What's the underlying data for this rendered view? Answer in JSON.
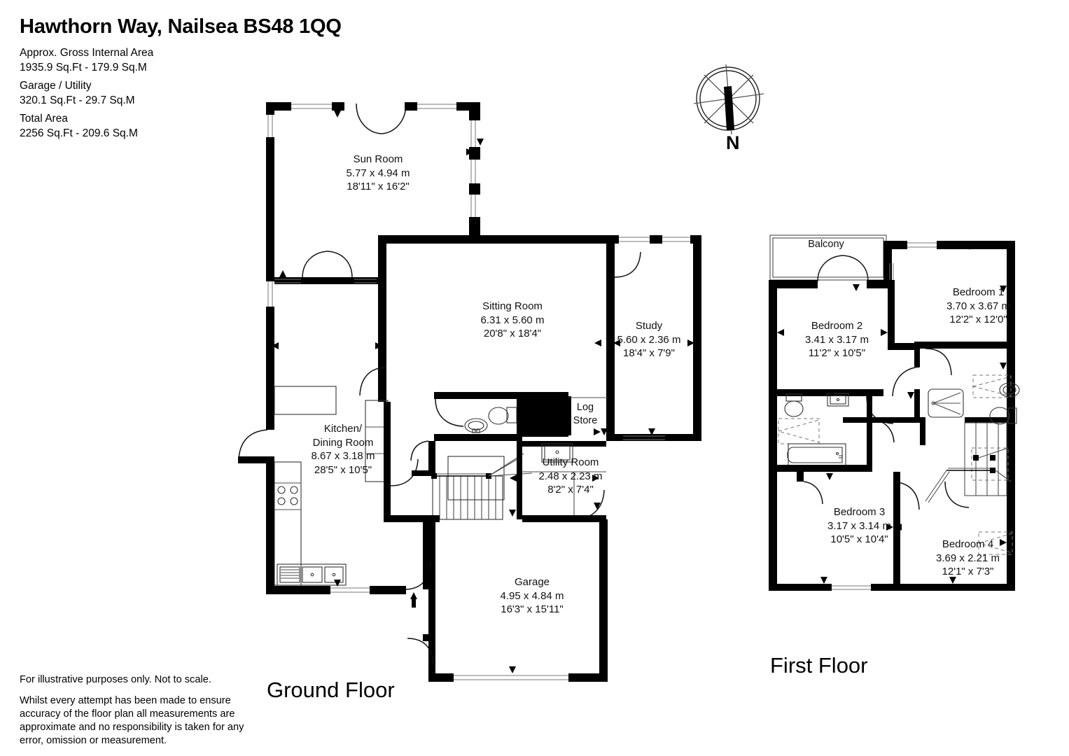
{
  "header": {
    "title": "Hawthorn Way, Nailsea BS48 1QQ",
    "areas": [
      {
        "label": "Approx. Gross Internal Area",
        "value": "1935.9 Sq.Ft - 179.9 Sq.M"
      },
      {
        "label": "Garage / Utility",
        "value": "320.1 Sq.Ft - 29.7 Sq.M"
      },
      {
        "label": "Total Area",
        "value": "2256 Sq.Ft - 209.6 Sq.M"
      }
    ]
  },
  "compass": {
    "north_label": "N"
  },
  "floors": {
    "ground_label": "Ground Floor",
    "first_label": "First Floor"
  },
  "rooms": {
    "sun_room": {
      "name": "Sun Room",
      "metric": "5.77 x 4.94 m",
      "imperial": "18'11\" x 16'2\""
    },
    "sitting_room": {
      "name": "Sitting Room",
      "metric": "6.31 x 5.60 m",
      "imperial": "20'8\" x 18'4\""
    },
    "study": {
      "name": "Study",
      "metric": "5.60 x 2.36 m",
      "imperial": "18'4\" x 7'9\""
    },
    "kitchen": {
      "name": "Kitchen/",
      "name2": "Dining Room",
      "metric": "8.67 x 3.18 m",
      "imperial": "28'5\" x 10'5\""
    },
    "utility_room": {
      "name": "Utility Room",
      "metric": "2.48 x 2.23 m",
      "imperial": "8'2\" x 7'4\""
    },
    "garage": {
      "name": "Garage",
      "metric": "4.95 x 4.84 m",
      "imperial": "16'3\" x 15'11\""
    },
    "log_store": {
      "name": "Log",
      "name2": "Store"
    },
    "balcony": {
      "name": "Balcony"
    },
    "bedroom_1": {
      "name": "Bedroom 1",
      "metric": "3.70 x 3.67 m",
      "imperial": "12'2\" x 12'0\""
    },
    "bedroom_2": {
      "name": "Bedroom 2",
      "metric": "3.41 x 3.17 m",
      "imperial": "11'2\" x 10'5\""
    },
    "bedroom_3": {
      "name": "Bedroom 3",
      "metric": "3.17 x 3.14 m",
      "imperial": "10'5\" x 10'4\""
    },
    "bedroom_4": {
      "name": "Bedroom 4",
      "metric": "3.69 x 2.21 m",
      "imperial": "12'1\" x 7'3\""
    }
  },
  "disclaimer": {
    "line1": "For illustrative purposes only. Not to scale.",
    "line2": "Whilst every attempt has been made to ensure accuracy of the floor plan all measurements are approximate and no responsibility is taken for any error, omission or measurement."
  },
  "colors": {
    "wall": "#000000",
    "background": "#ffffff",
    "text": "#111111",
    "fixture_stroke": "#333333"
  }
}
